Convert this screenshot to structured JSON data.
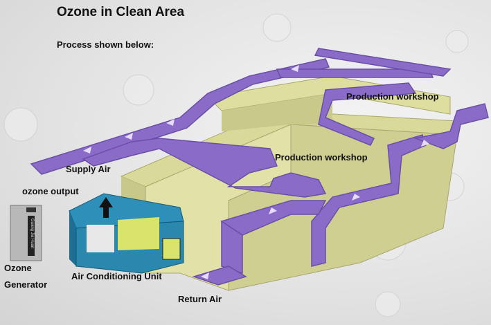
{
  "title": "Ozone in Clean Area",
  "subtitle": "Process shown below:",
  "labels": {
    "workshop_top": "Production workshop",
    "workshop_mid": "Production workshop",
    "supply_air": "Supply Air",
    "ozone_output": "ozone output",
    "ozone": "Ozone",
    "generator": "Generator",
    "ac_unit": "Air Conditioning Unit",
    "return_air": "Return Air"
  },
  "generator_brand": "Guang Jia Huan",
  "colors": {
    "duct": "#8a6cc8",
    "duct_dark": "#6a4fa6",
    "wall": "#d9d99a",
    "wall_dark": "#b9b878",
    "ac": "#1e7aa0"
  }
}
